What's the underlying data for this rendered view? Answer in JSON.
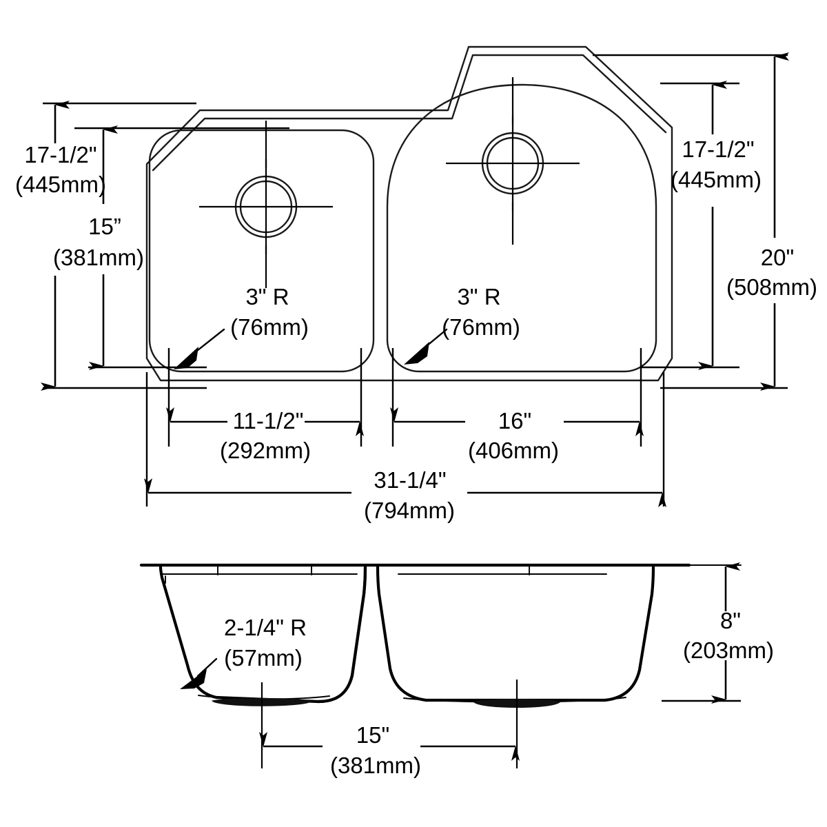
{
  "drawing": {
    "title": "Double Bowl Undermount Sink Dimensional Drawing",
    "views": {
      "top": "top-view",
      "section": "front-section-view"
    }
  },
  "dimensions": {
    "left_bowl_depth_front_to_back": {
      "imperial": "17-1/2\"",
      "metric": "(445mm)"
    },
    "left_bowl_inner_depth": {
      "imperial": "15”",
      "metric": "(381mm)"
    },
    "right_bowl_depth_front_to_back": {
      "imperial": "17-1/2\"",
      "metric": "(445mm)"
    },
    "overall_front_to_back": {
      "imperial": "20\"",
      "metric": "(508mm)"
    },
    "left_bowl_corner_radius": {
      "imperial": "3\" R",
      "metric": "(76mm)"
    },
    "right_bowl_corner_radius": {
      "imperial": "3\" R",
      "metric": "(76mm)"
    },
    "left_bowl_width": {
      "imperial": "11-1/2\"",
      "metric": "(292mm)"
    },
    "right_bowl_width": {
      "imperial": "16\"",
      "metric": "(406mm)"
    },
    "overall_width": {
      "imperial": "31-1/4\"",
      "metric": "(794mm)"
    },
    "bowl_bottom_radius": {
      "imperial": "2-1/4\" R",
      "metric": "(57mm)"
    },
    "bowl_height": {
      "imperial": "8\"",
      "metric": "(203mm)"
    },
    "drain_spacing": {
      "imperial": "15\"",
      "metric": "(381mm)"
    }
  },
  "colors": {
    "line": "#1a1a1a",
    "text": "#000000",
    "background": "#ffffff"
  }
}
